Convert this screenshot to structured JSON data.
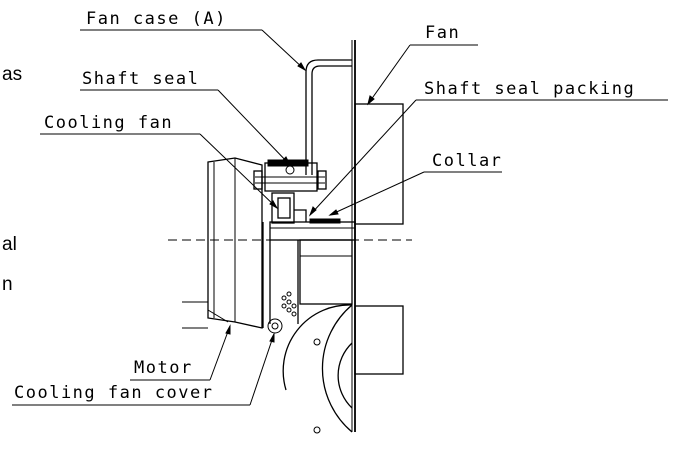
{
  "labels": {
    "fan_case": "Fan case (A)",
    "fan": "Fan",
    "shaft_seal": "Shaft seal",
    "shaft_seal_packing": "Shaft seal packing",
    "cooling_fan": "Cooling fan",
    "collar": "Collar",
    "motor": "Motor",
    "cooling_fan_cover": "Cooling fan cover"
  },
  "cropped_side_text": {
    "line1": "as",
    "line2": "al",
    "line3": "n"
  }
}
